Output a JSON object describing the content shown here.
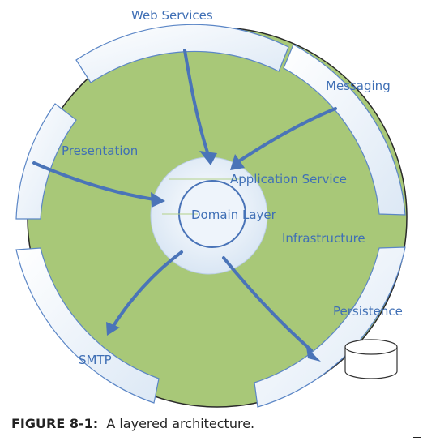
{
  "diagram": {
    "labels": {
      "web_services": "Web Services",
      "messaging": "Messaging",
      "presentation": "Presentation",
      "application_service": "Application Service",
      "domain_layer": "Domain Layer",
      "infrastructure": "Infrastructure",
      "persistence": "Persistence",
      "smtp": "SMTP"
    },
    "colors": {
      "outer_circle": "#a8c878",
      "outer_stroke": "#2a2a2a",
      "band_fill": "#e9f1fa",
      "band_stroke": "#5b86c6",
      "inner_circle": "#e8f0fa",
      "arrow": "#4a74b8",
      "label": "#3f6fb5"
    },
    "icons": [
      "database-icon"
    ]
  },
  "caption": {
    "prefix": "FIGURE 8-1:",
    "text": "A layered architecture."
  }
}
